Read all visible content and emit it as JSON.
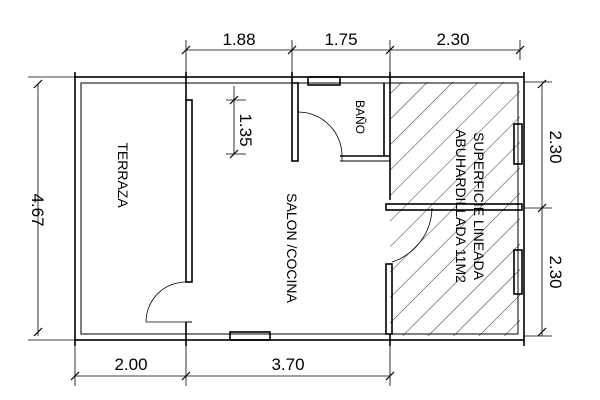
{
  "dimensions": {
    "top": [
      "1.88",
      "1.75",
      "2.30"
    ],
    "bottom": [
      "2.00",
      "3.70"
    ],
    "left": "4.67",
    "right": [
      "2.30",
      "2.30"
    ],
    "inner_bathroom": "1.35"
  },
  "rooms": {
    "terrace": "TERRAZA",
    "living": "SALON /COCINA",
    "bathroom": "BAÑO",
    "attic_line1": "SUPERFICIE LINEADA",
    "attic_line2": "ABUHARDILLADA 11M2"
  },
  "colors": {
    "lines": "#000000",
    "background": "#ffffff"
  }
}
